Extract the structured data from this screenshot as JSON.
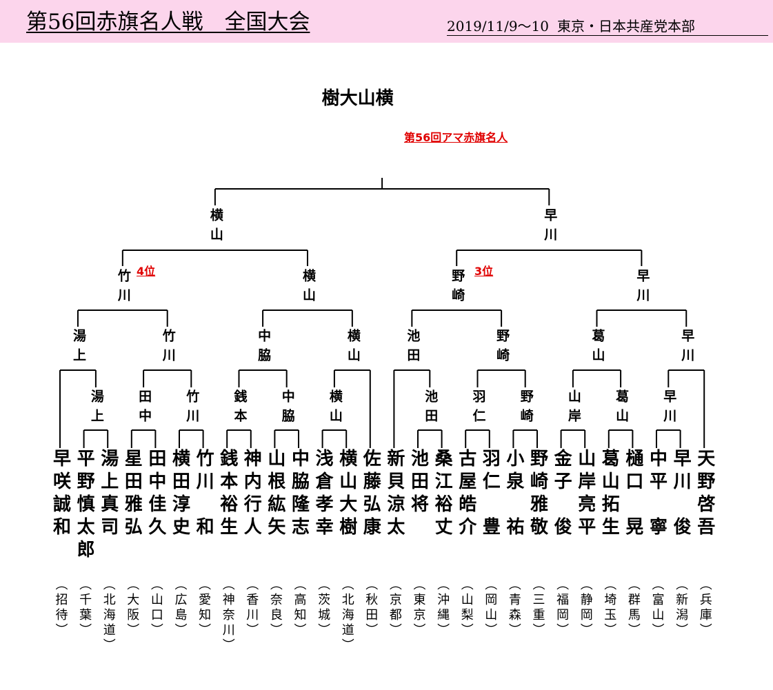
{
  "header": {
    "title": "第56回赤旗名人戦　全国大会",
    "date": "2019/11/9～10",
    "venue": "東京・日本共産党本部"
  },
  "bracket": {
    "players": [
      {
        "name": "早咲誠和",
        "pref": "招待"
      },
      {
        "name": "平野慎太郎",
        "pref": "千葉"
      },
      {
        "name": "湯上真司",
        "pref": "北海道"
      },
      {
        "name": "星田雅弘",
        "pref": "大阪"
      },
      {
        "name": "田中佳久",
        "pref": "山口"
      },
      {
        "name": "横田淳史",
        "pref": "広島"
      },
      {
        "name": "竹川　和",
        "pref": "愛知"
      },
      {
        "name": "銭本裕生",
        "pref": "神奈川"
      },
      {
        "name": "神内行人",
        "pref": "香川"
      },
      {
        "name": "山根紘矢",
        "pref": "奈良"
      },
      {
        "name": "中脇隆志",
        "pref": "高知"
      },
      {
        "name": "浅倉孝幸",
        "pref": "茨城"
      },
      {
        "name": "横山大樹",
        "pref": "北海道"
      },
      {
        "name": "佐藤弘康",
        "pref": "秋田"
      },
      {
        "name": "新貝涼太",
        "pref": "京都"
      },
      {
        "name": "池田将",
        "pref": "東京"
      },
      {
        "name": "桑江裕丈",
        "pref": "沖縄"
      },
      {
        "name": "古屋皓介",
        "pref": "山梨"
      },
      {
        "name": "羽仁　豊",
        "pref": "岡山"
      },
      {
        "name": "小泉　祐",
        "pref": "青森"
      },
      {
        "name": "野崎雅敬",
        "pref": "三重"
      },
      {
        "name": "金子　俊",
        "pref": "福岡"
      },
      {
        "name": "山岸亮平",
        "pref": "静岡"
      },
      {
        "name": "葛山拓生",
        "pref": "埼玉"
      },
      {
        "name": "樋口　晃",
        "pref": "群馬"
      },
      {
        "name": "中平　寧",
        "pref": "富山"
      },
      {
        "name": "早川　俊",
        "pref": "新潟"
      },
      {
        "name": "天野啓吾",
        "pref": "兵庫"
      }
    ],
    "round1": [
      "湯上",
      "田中",
      "竹川",
      "銭本",
      "中脇",
      "横山",
      "池田",
      "羽仁",
      "野崎",
      "山岸",
      "葛山",
      "早川"
    ],
    "round2": [
      "湯上",
      "竹川",
      "中脇",
      "横山",
      "池田",
      "野崎",
      "葛山",
      "早川"
    ],
    "quarter": [
      "竹川",
      "横山",
      "野崎",
      "早川"
    ],
    "semi": [
      "横山",
      "早川"
    ],
    "champion": "横山大樹",
    "champion_title": "第56回アマ赤旗名人",
    "fourth_label": "4位",
    "third_label": "3位"
  }
}
